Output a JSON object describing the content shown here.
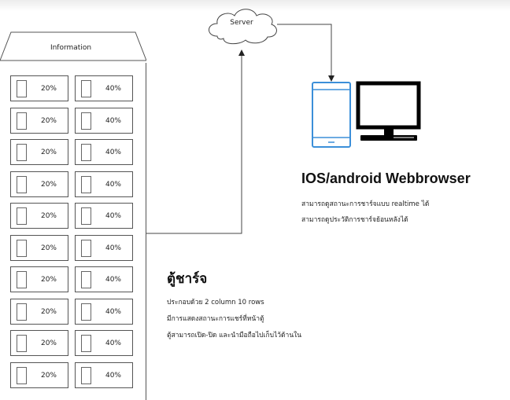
{
  "cabinet": {
    "title": "Information",
    "cells": [
      {
        "left": "20%",
        "right": "40%"
      },
      {
        "left": "20%",
        "right": "40%"
      },
      {
        "left": "20%",
        "right": "40%"
      },
      {
        "left": "20%",
        "right": "40%"
      },
      {
        "left": "20%",
        "right": "40%"
      },
      {
        "left": "20%",
        "right": "40%"
      },
      {
        "left": "20%",
        "right": "40%"
      },
      {
        "left": "20%",
        "right": "40%"
      },
      {
        "left": "20%",
        "right": "40%"
      },
      {
        "left": "20%",
        "right": "40%"
      }
    ]
  },
  "server": {
    "label": "Server"
  },
  "devices": {
    "heading": "IOS/android Webbrowser",
    "lines": [
      "สามารถดูสถานะการชาร์จแบบ realtime ได้",
      "สามารถดูประวัติการชาร์จย้อนหลังได้"
    ],
    "phone_color": "#3b8fd9"
  },
  "cabinet_desc": {
    "heading": "ตู้ชาร์จ",
    "lines": [
      "ประกอบด้วย 2 column 10 rows",
      "มีการแสดงสถานะการแชร์ที่หน้าตู้",
      "ตู้สามารถเปิด-ปิด และนำมือถือไปเก็บไว้ด้านใน"
    ]
  }
}
